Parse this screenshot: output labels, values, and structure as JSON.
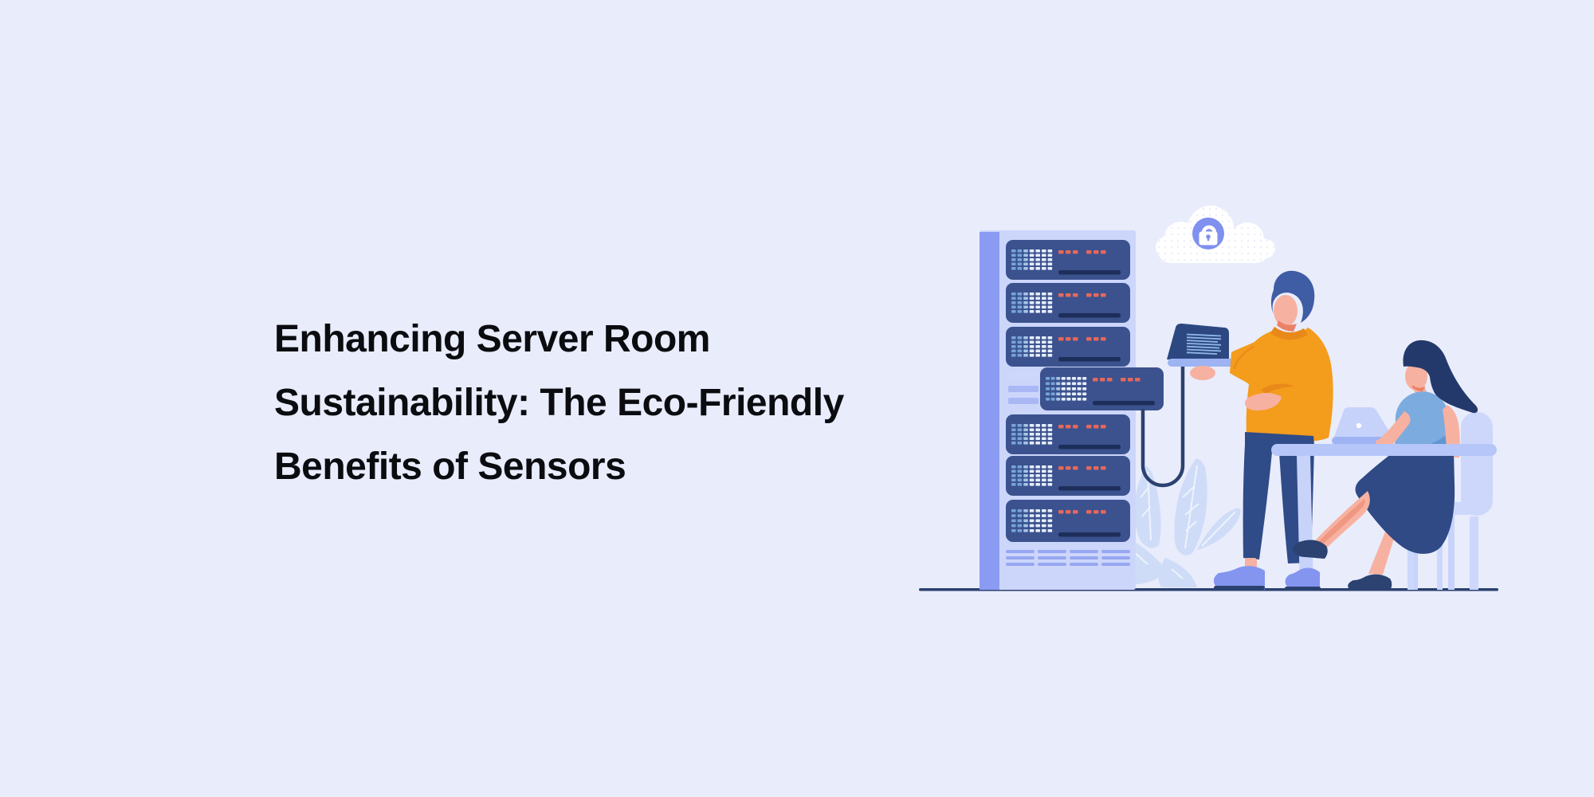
{
  "page": {
    "background": "#e9ecfb"
  },
  "hero": {
    "title": "Enhancing Server Room Sustainability: The Eco-Friendly Benefits of Sensors",
    "title_lines": [
      "Enhancing Server Room",
      "Sustainability: The Eco-Friendly",
      "Benefits of Sensors"
    ],
    "title_color": "#0b0c10"
  },
  "illustration": {
    "alt": "Man holding a laptop wired to a server rack and a woman typing on a laptop at a desk, beneath a secure cloud with a padlock",
    "server_rack": {
      "rack_units": 6,
      "pulled_out_units": 1,
      "leds_per_unit": 6,
      "grid_rows": 5,
      "grid_cols": 7
    },
    "colors": {
      "background": "#e9ecfb",
      "rack_frame": "#ccd6fb",
      "rack_side": "#8b9bf2",
      "server_unit": "#3b528e",
      "grid_blue": "#76a3d8",
      "grid_mid": "#a5c4ea",
      "grid_light": "#e7eefb",
      "led_red": "#e4685c",
      "unit_bar": "#1d2e5a",
      "rack_slot": "#a9b8f5",
      "rack_slot_light": "#ccd7fb",
      "vent": "#98a7f2",
      "cloud": "#ffffff",
      "cloud_dot": "#e8ecf8",
      "lock_badge": "#8090ee",
      "skin": "#f7b1a1",
      "skin_shadow": "#ea8268",
      "hair_man": "#3f5da4",
      "hair_woman": "#24396b",
      "sweater": "#f49c1c",
      "sweater_shade": "#e8891a",
      "pants": "#2f4b88",
      "man_shoes": "#8495ef",
      "desk": "#b7c6f8",
      "desk_leg": "#c8d3fa",
      "chair": "#ccd7fb",
      "woman_top": "#7cabdf",
      "woman_top_shade": "#6096d2",
      "skirt": "#2f4a85",
      "woman_shoes": "#2c4270",
      "laptop_screen": "#2d4880",
      "laptop_lines": "#8fb7e8",
      "laptop_base": "#9db3f2",
      "woman_laptop": "#c6d2fa",
      "woman_laptop_base": "#9fb3f4",
      "cable": "#2b4170",
      "ground": "#2b4170",
      "plant": "#cfdcf8",
      "plant_vein": "#eef3fc"
    }
  }
}
